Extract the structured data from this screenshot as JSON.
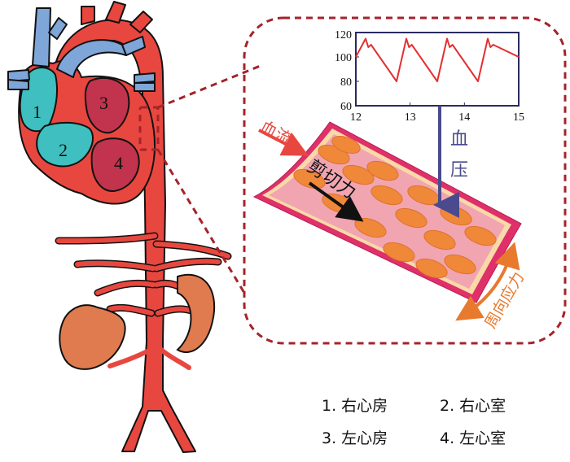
{
  "chambers": [
    {
      "num": "1",
      "name": "右心房"
    },
    {
      "num": "2",
      "name": "右心室"
    },
    {
      "num": "3",
      "name": "左心房"
    },
    {
      "num": "4",
      "name": "左心室"
    }
  ],
  "labels": {
    "blood_flow": "血流",
    "blood_pressure": "血压",
    "shear_stress": "剪切力",
    "circumferential_stress": "周向应力"
  },
  "legend": {
    "row1": [
      "1. 右心房",
      "2. 右心室"
    ],
    "row2": [
      "3. 左心房",
      "4. 左心室"
    ]
  },
  "colors": {
    "aorta": "#e8473f",
    "right_heart": "#3fbfbf",
    "veins": "#7ea6d8",
    "left_heart": "#c2334d",
    "kidney": "#e07b4f",
    "dashed_outline": "#a5232b",
    "wave": "#e23030",
    "vessel_wall": "#e0306a",
    "cells": "#f0883a",
    "pressure_arrow": "#4a4a8c",
    "stress_arrow": "#e87a2e"
  },
  "chart_data": {
    "type": "line",
    "title": "",
    "xlabel": "",
    "ylabel": "",
    "xlim": [
      12,
      15
    ],
    "ylim": [
      60,
      120
    ],
    "xticks": [
      "12",
      "13",
      "14",
      "15"
    ],
    "yticks": [
      "60",
      "80",
      "100",
      "120"
    ],
    "series": [
      {
        "x": [
          12.0,
          12.18,
          12.23,
          12.28,
          12.75,
          12.93,
          12.98,
          13.03,
          13.5,
          13.68,
          13.73,
          13.78,
          14.25,
          14.43,
          14.48,
          14.53,
          15.0
        ],
        "y": [
          100,
          115,
          108,
          110,
          80,
          115,
          108,
          110,
          80,
          115,
          108,
          110,
          80,
          115,
          108,
          110,
          100
        ]
      }
    ]
  }
}
